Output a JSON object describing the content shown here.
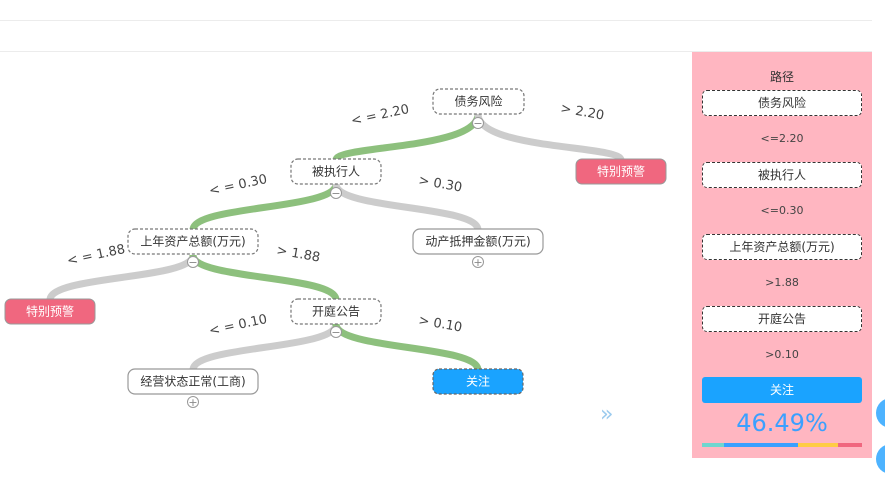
{
  "tree": {
    "nodes": {
      "root": {
        "label": "债务风险",
        "toggle": "−"
      },
      "n1": {
        "label": "被执行人",
        "toggle": "−"
      },
      "n2": {
        "label": "特别预警"
      },
      "n3": {
        "label": "上年资产总额(万元)",
        "toggle": "−"
      },
      "n4": {
        "label": "动产抵押金额(万元)",
        "toggle": "+"
      },
      "n5": {
        "label": "特别预警"
      },
      "n6": {
        "label": "开庭公告",
        "toggle": "−"
      },
      "n7": {
        "label": "经营状态正常(工商)",
        "toggle": "+"
      },
      "n8": {
        "label": "关注"
      }
    },
    "edges": {
      "e1": "< = 2.20",
      "e2": "> 2.20",
      "e3": "< = 0.30",
      "e4": "> 0.30",
      "e5": "< = 1.88",
      "e6": "> 1.88",
      "e7": "< = 0.10",
      "e8": "> 0.10"
    },
    "expand_icon": "»"
  },
  "path_panel": {
    "title": "路径",
    "steps": [
      "债务风险",
      "<=2.20",
      "被执行人",
      "<=0.30",
      "上年资产总额(万元)",
      ">1.88",
      "开庭公告",
      ">0.10"
    ],
    "result": "关注",
    "percent": "46.49%"
  },
  "colors": {
    "highlight_edge": "#8dc07d",
    "normal_edge": "#cccccc",
    "warning_node": "#f0677f",
    "focus_node": "#1aa3ff",
    "panel_bg": "#ffb6c1"
  }
}
